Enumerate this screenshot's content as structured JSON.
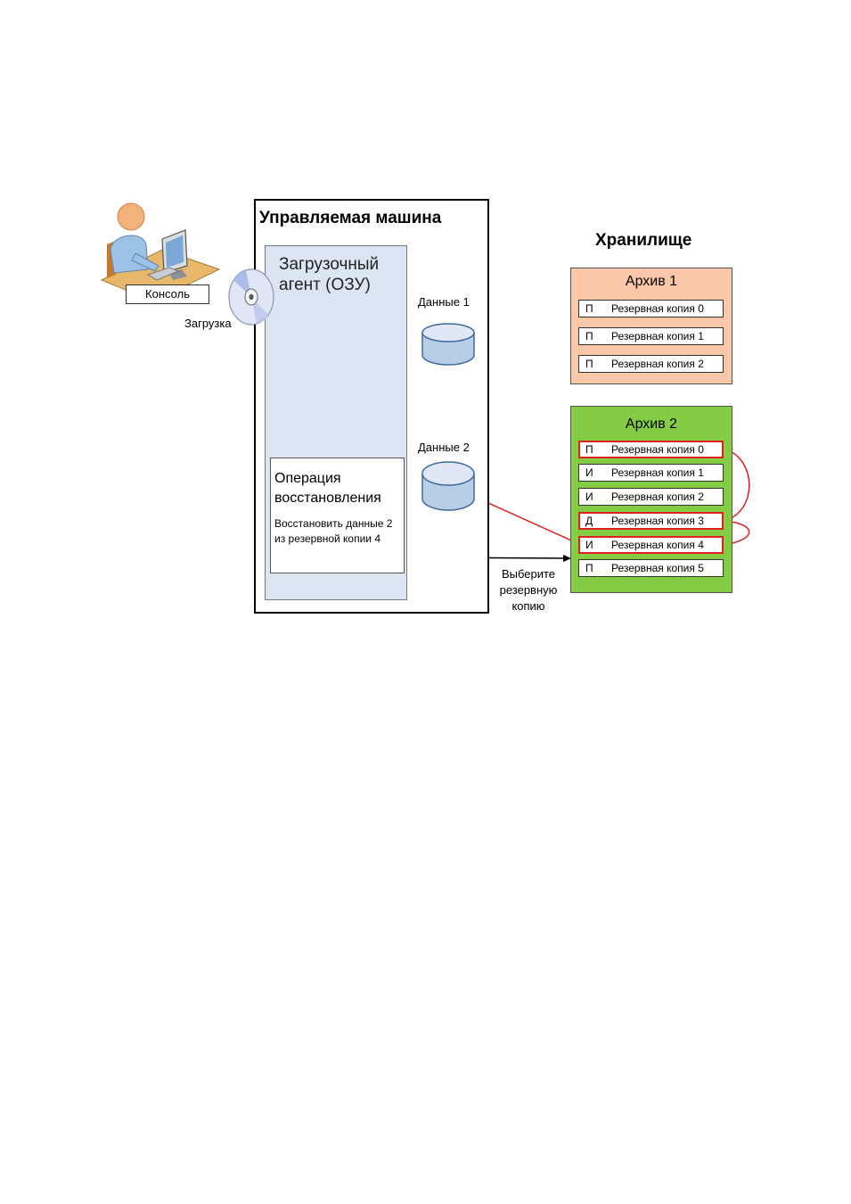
{
  "machine": {
    "title": "Управляемая машина",
    "agent_title": "Загрузочный агент (ОЗУ)",
    "disks": [
      {
        "label": "Данные 1"
      },
      {
        "label": "Данные 2"
      }
    ],
    "operation": {
      "title": "Операция восстановления",
      "text": "Восстановить данные 2 из резервной копии 4"
    }
  },
  "console": {
    "label": "Консоль",
    "load_label": "Загрузка"
  },
  "storage": {
    "title": "Хранилище",
    "archives": [
      {
        "title": "Архив 1",
        "color": "#fac8a8",
        "backups": [
          {
            "type": "П",
            "label": "Резервная копия 0"
          },
          {
            "type": "П",
            "label": "Резервная копия 1"
          },
          {
            "type": "П",
            "label": "Резервная копия 2"
          }
        ]
      },
      {
        "title": "Архив 2",
        "color": "#84cc44",
        "backups": [
          {
            "type": "П",
            "label": "Резервная копия 0",
            "highlighted": true
          },
          {
            "type": "И",
            "label": "Резервная копия 1"
          },
          {
            "type": "И",
            "label": "Резервная копия 2"
          },
          {
            "type": "Д",
            "label": "Резервная копия 3",
            "highlighted": true
          },
          {
            "type": "И",
            "label": "Резервная копия 4",
            "highlighted": true
          },
          {
            "type": "П",
            "label": "Резервная копия 5"
          }
        ]
      }
    ]
  },
  "select_label": "Выберите резервную копию",
  "colors": {
    "agent_bg": "#dce6f2",
    "highlight": "#e02020",
    "disk": "#b8cde6"
  }
}
